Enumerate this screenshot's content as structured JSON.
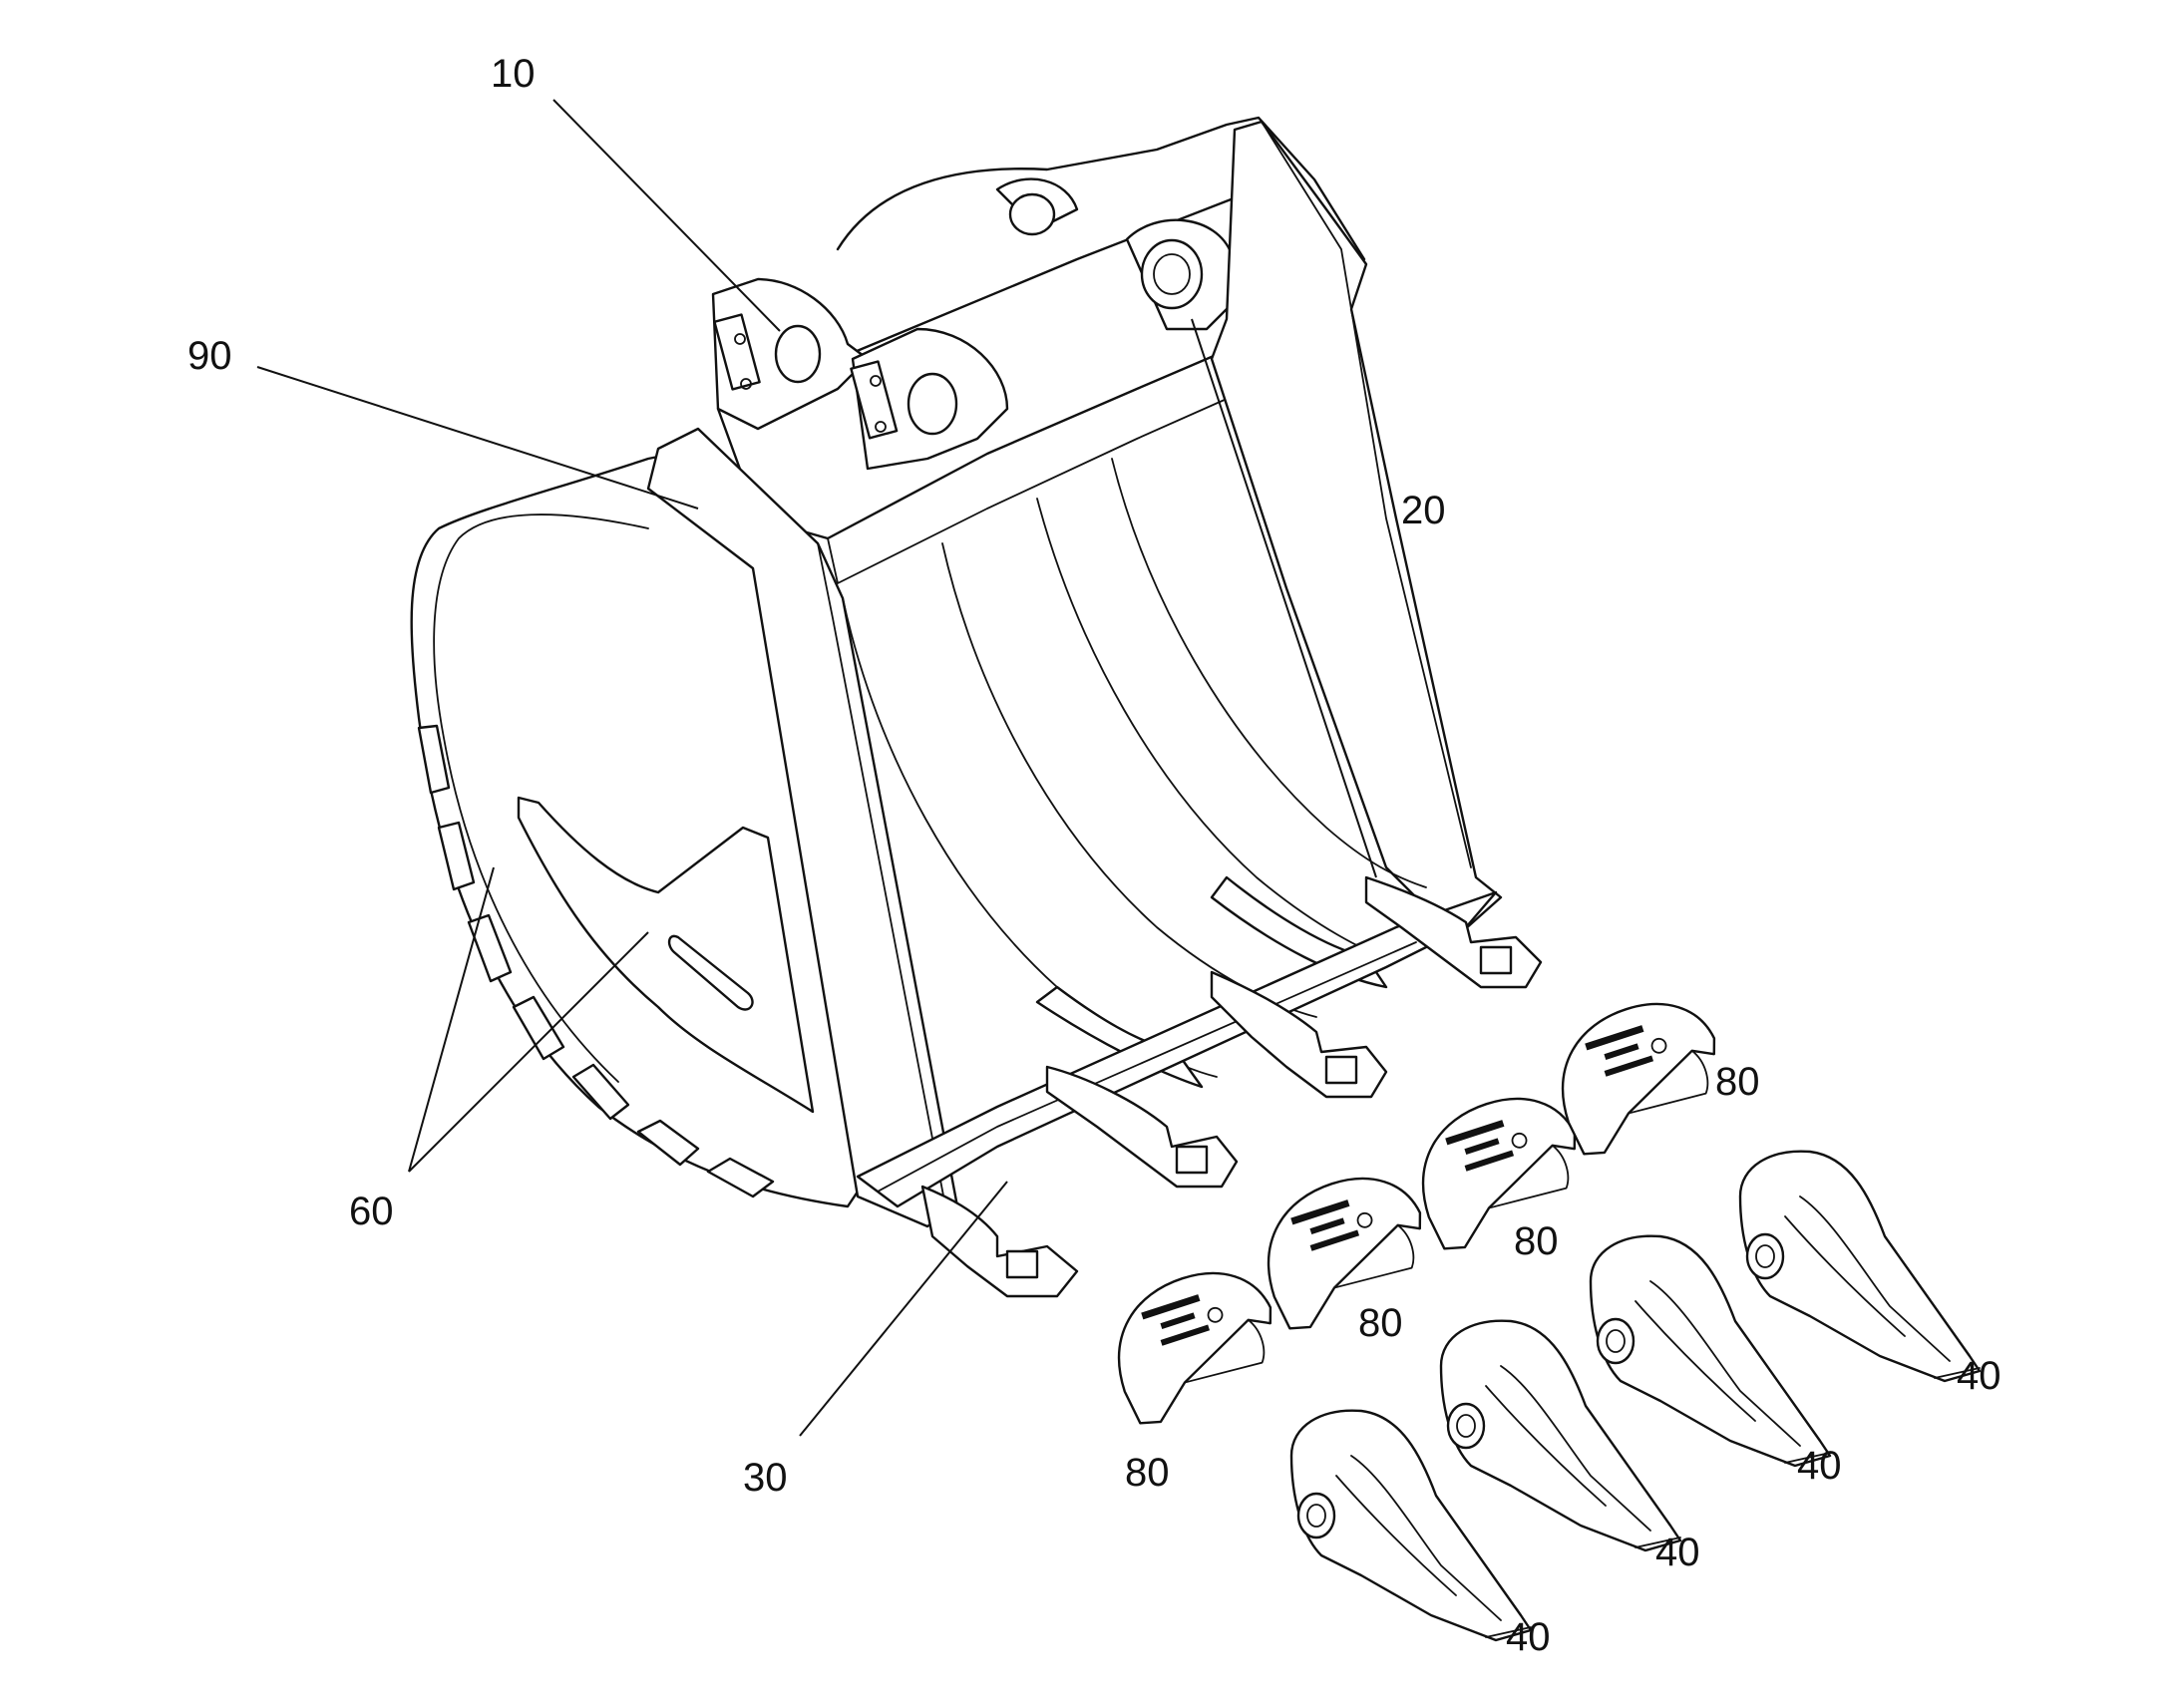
{
  "figure": {
    "labels": {
      "boss": "10",
      "side_wall": "20",
      "lip": "30",
      "tooth": "40",
      "wear_strip": "60",
      "lip_shroud": "80",
      "rib": "90"
    },
    "line_color": "#111111",
    "background": "#ffffff"
  }
}
